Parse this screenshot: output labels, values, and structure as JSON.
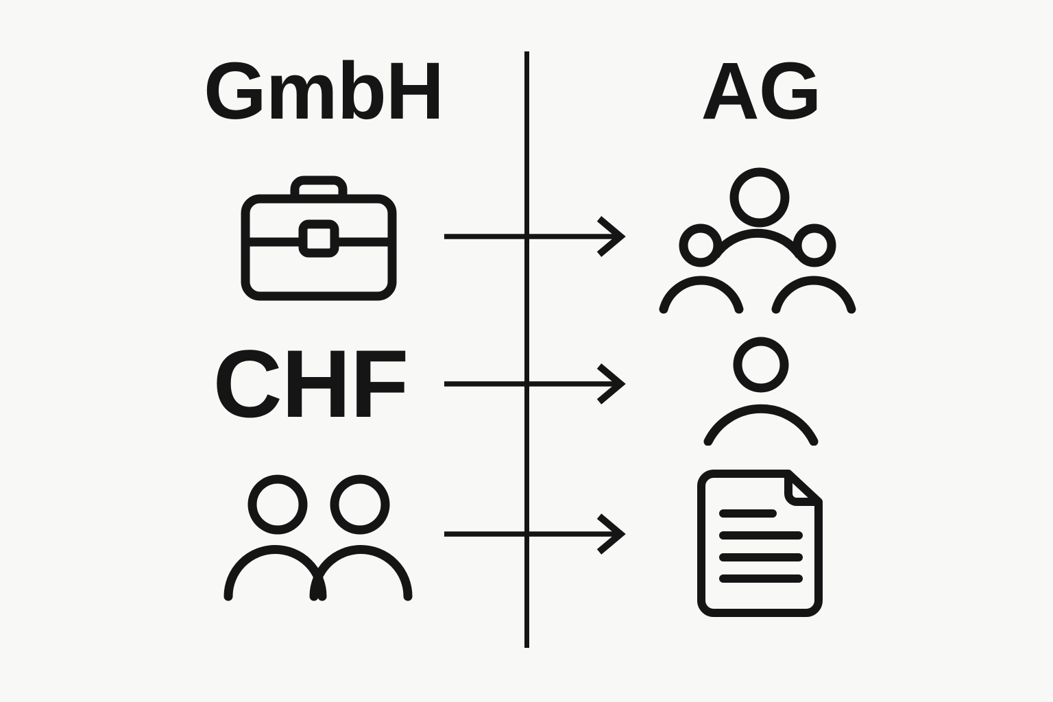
{
  "page": {
    "background": "#f8f8f6",
    "ink": "#151515"
  },
  "diagram": {
    "left_column": {
      "title": "GmbH",
      "rows": [
        {
          "type": "icon",
          "icon": "briefcase-icon"
        },
        {
          "type": "text",
          "text": "CHF"
        },
        {
          "type": "icon",
          "icon": "two-people-icon"
        }
      ]
    },
    "right_column": {
      "title": "AG",
      "rows": [
        {
          "type": "icon",
          "icon": "group-of-three-people-icon"
        },
        {
          "type": "icon",
          "icon": "single-person-icon"
        },
        {
          "type": "icon",
          "icon": "document-icon"
        }
      ]
    },
    "divider": {
      "orientation": "vertical"
    },
    "arrows": [
      {
        "direction": "right"
      },
      {
        "direction": "right"
      },
      {
        "direction": "right"
      }
    ]
  }
}
